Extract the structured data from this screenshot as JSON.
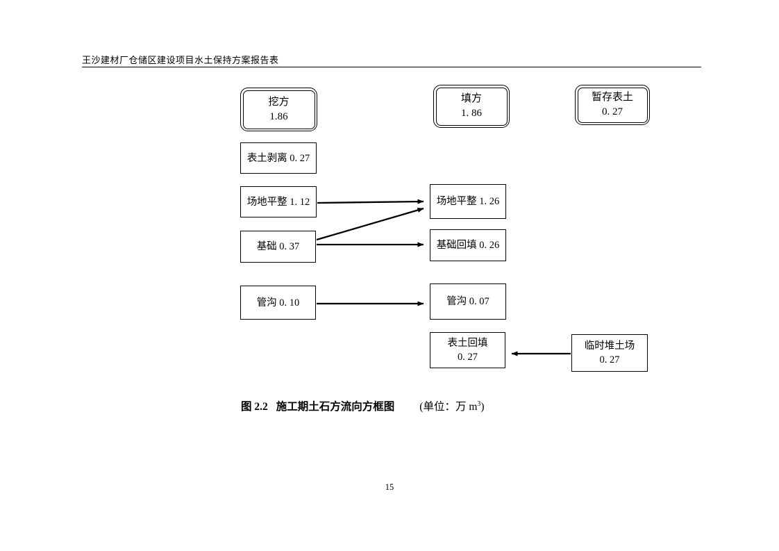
{
  "page": {
    "header": "王沙建材厂仓储区建设项目水土保持方案报告表",
    "page_number": "15"
  },
  "figure": {
    "caption_label": "图 2.2",
    "caption_title": "施工期土石方流向方框图",
    "unit_prefix": "(单位：万 m",
    "unit_superscript": "3",
    "unit_suffix": ")"
  },
  "diagram": {
    "top_boxes": [
      {
        "title": "挖方",
        "value": "1.86"
      },
      {
        "title": "填方",
        "value": "1. 86"
      },
      {
        "title": "暂存表土",
        "value": "0. 27"
      }
    ],
    "source_boxes": [
      {
        "label": "表土剥离 0. 27"
      },
      {
        "label": "场地平整 1. 12"
      },
      {
        "label": "基础 0. 37"
      },
      {
        "label": "管沟 0. 10"
      }
    ],
    "dest_boxes": [
      {
        "label": "场地平整 1. 26"
      },
      {
        "label": "基础回填 0. 26"
      },
      {
        "label": "管沟 0. 07"
      }
    ],
    "topsoil_backfill_box": {
      "title": "表土回填",
      "value": "0. 27"
    },
    "temp_yard_box": {
      "title": "临时堆土场",
      "value": "0. 27"
    },
    "edges": [
      {
        "from": "场地平整 1. 12",
        "to": "场地平整 1. 26"
      },
      {
        "from": "基础 0. 37",
        "to": "场地平整 1. 26"
      },
      {
        "from": "基础 0. 37",
        "to": "基础回填 0. 26"
      },
      {
        "from": "管沟 0. 10",
        "to": "管沟 0. 07"
      },
      {
        "from": "临时堆土场 0. 27",
        "to": "表土回填 0. 27"
      }
    ]
  }
}
